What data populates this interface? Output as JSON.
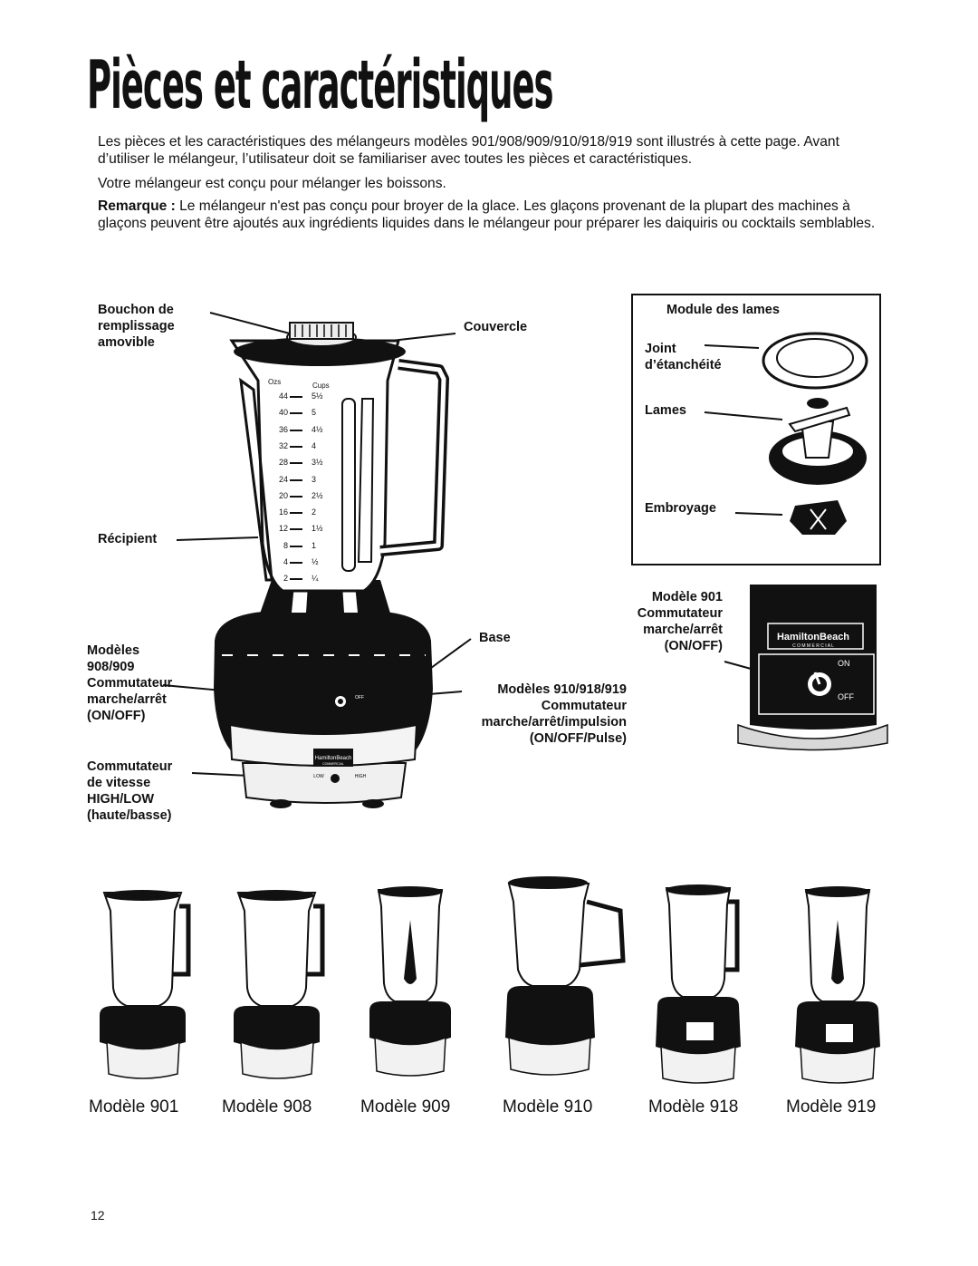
{
  "page": {
    "title": "Pièces et caractéristiques",
    "intro": "Les pièces et les caractéristiques des mélangeurs modèles 901/908/909/910/918/919 sont illustrés à cette page. Avant d’utiliser le mélangeur, l’utilisateur doit se familiariser avec toutes les pièces et caractéristiques.",
    "purpose": "Votre mélangeur est conçu pour mélanger les boissons.",
    "note_label": "Remarque :",
    "note_text": " Le mélangeur n'est pas conçu pour broyer de la glace. Les glaçons provenant de la plupart des machines à glaçons peuvent être ajoutés aux ingrédients liquides dans le mélangeur pour préparer les daiquiris ou cocktails semblables.",
    "page_number": "12"
  },
  "diagram": {
    "labels": {
      "lid_plug": "Bouchon de\nremplissage\namovible",
      "lid": "Couvercle",
      "container": "Récipient",
      "base": "Base",
      "switch_908_909": "Modèles\n908/909\nCommutateur\nmarche/arrêt\n(ON/OFF)",
      "switch_910_918_919": "Modèles 910/918/919\nCommutateur\nmarche/arrêt/impulsion\n(ON/OFF/Pulse)",
      "speed_switch": "Commutateur\nde vitesse\nHIGH/LOW\n(haute/basse)"
    },
    "blade_module": {
      "title": "Module des lames",
      "gasket": "Joint\nd’étanchéité",
      "blades": "Lames",
      "clutch": "Embroyage"
    },
    "model_901_switch": {
      "label": "Modèle 901\nCommutateur\nmarche/arrêt\n(ON/OFF)",
      "brand": "HamiltonBeach",
      "brand_sub": "C O M M E R C I A L",
      "on": "ON",
      "off": "OFF"
    },
    "jar_scale": {
      "ozs_header": "Ozs",
      "cups_header": "Cups",
      "ozs": [
        "44",
        "40",
        "36",
        "32",
        "28",
        "24",
        "20",
        "16",
        "12",
        "8",
        "4",
        "2"
      ],
      "cups": [
        "5½",
        "5",
        "4½",
        "4",
        "3½",
        "3",
        "2½",
        "2",
        "1½",
        "1",
        "½",
        "¼"
      ]
    },
    "base_panel": {
      "brand": "HamiltonBeach",
      "brand_sub": "COMMERCIAL",
      "low": "LOW",
      "high": "HIGH",
      "off": "OFF"
    }
  },
  "models": [
    "Modèle 901",
    "Modèle 908",
    "Modèle 909",
    "Modèle 910",
    "Modèle 918",
    "Modèle 919"
  ]
}
